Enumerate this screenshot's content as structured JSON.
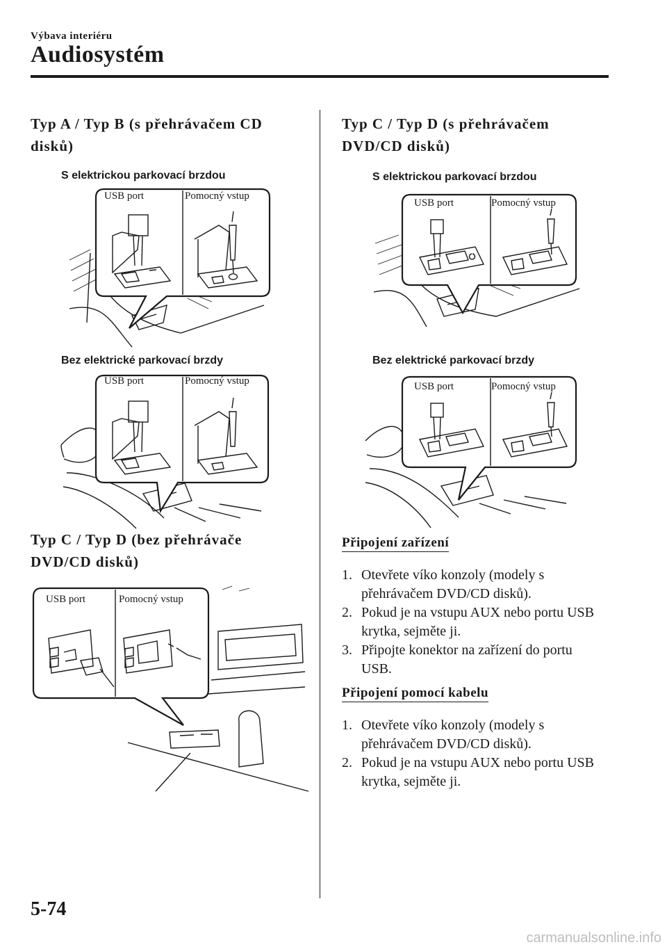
{
  "header": {
    "section": "Výbava interiéru",
    "chapter": "Audiosystém"
  },
  "left": {
    "heading_ab": "Typ A / Typ B (s přehrávačem CD disků)",
    "fig1_caption": "S elektrickou parkovací brzdou",
    "fig2_caption": "Bez elektrické parkovací brzdy",
    "heading_cd": "Typ C / Typ D (bez přehrávače DVD/CD disků)"
  },
  "right": {
    "heading_cd_dvd": "Typ C / Typ D (s přehrávačem DVD/CD disků)",
    "fig1_caption": "S elektrickou parkovací brzdou",
    "fig2_caption": "Bez elektrické parkovací brzdy",
    "connect_device_heading": "Připojení zařízení",
    "connect_device_steps": [
      {
        "num": "1.",
        "text": "Otevřete víko konzoly (modely s přehrávačem DVD/CD disků)."
      },
      {
        "num": "2.",
        "text": "Pokud je na vstupu AUX nebo portu USB krytka, sejměte ji."
      },
      {
        "num": "3.",
        "text": "Připojte konektor na zařízení do portu USB."
      }
    ],
    "connect_cable_heading": "Připojení pomocí kabelu",
    "connect_cable_steps": [
      {
        "num": "1.",
        "text": "Otevřete víko konzoly (modely s přehrávačem DVD/CD disků)."
      },
      {
        "num": "2.",
        "text": "Pokud je na vstupu AUX nebo portu USB krytka, sejměte ji."
      }
    ]
  },
  "labels": {
    "usb_port": "USB port",
    "aux_input": "Pomocný vstup"
  },
  "footer": {
    "page_number": "5-74",
    "watermark": "carmanualsonline.info"
  }
}
